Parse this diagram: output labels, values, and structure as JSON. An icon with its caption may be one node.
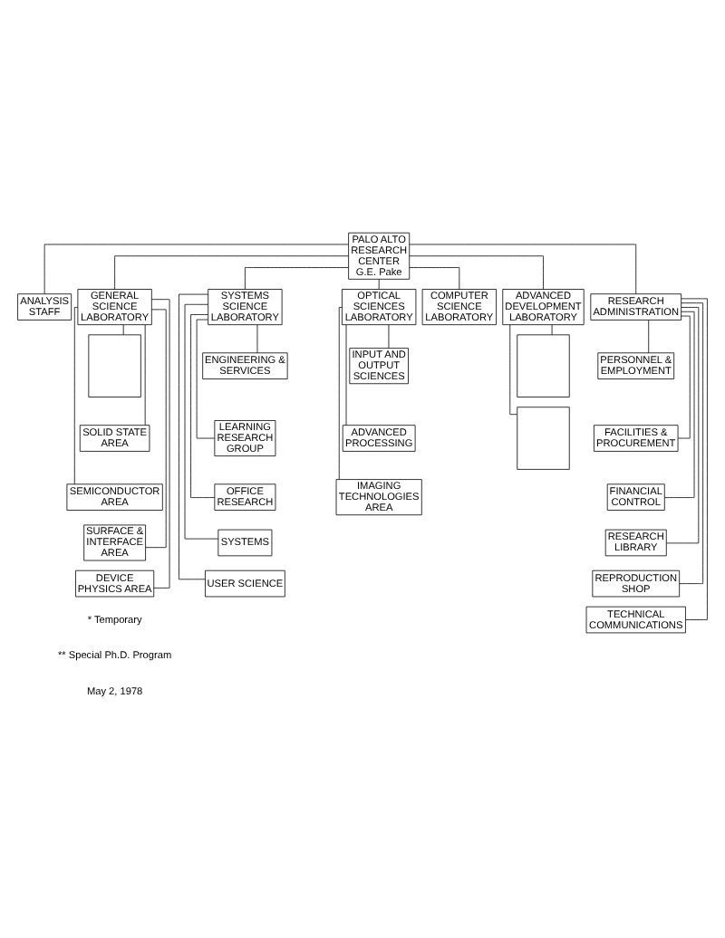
{
  "diagram": {
    "nodes": [
      {
        "text": [
          "PALO ALTO RESEARCH CENTER",
          "G.E. Pake"
        ]
      },
      {
        "text": [
          "ANALYSIS STAFF"
        ]
      },
      {
        "text": [
          "GENERAL SCIENCE LABORATORY"
        ]
      },
      {
        "text": [],
        "shape": "box"
      },
      {
        "text": [
          "SOLID STATE AREA"
        ]
      },
      {
        "text": [
          "SEMICONDUCTOR AREA"
        ]
      },
      {
        "text": [
          "SURFACE & INTERFACE AREA"
        ]
      },
      {
        "text": [
          "DEVICE PHYSICS AREA"
        ]
      },
      {
        "text": [
          "SYSTEMS SCIENCE LABORATORY"
        ]
      },
      {
        "text": [
          "ENGINEERING & SERVICES"
        ]
      },
      {
        "text": [
          "LEARNING RESEARCH GROUP"
        ]
      },
      {
        "text": [
          "OFFICE RESEARCH"
        ]
      },
      {
        "text": [
          "SYSTEMS"
        ]
      },
      {
        "text": [
          "USER SCIENCE"
        ]
      },
      {
        "text": [
          "OPTICAL SCIENCES LABORATORY"
        ]
      },
      {
        "text": [
          "INPUT AND OUTPUT SCIENCES"
        ]
      },
      {
        "text": [
          "ADVANCED PROCESSING"
        ]
      },
      {
        "text": [
          "IMAGING TECHNOLOGIES AREA"
        ]
      },
      {
        "text": [
          "COMPUTER SCIENCE LABORATORY"
        ]
      },
      {
        "text": [
          "ADVANCED DEVELOPMENT LABORATORY"
        ]
      },
      {
        "text": [],
        "shape": "box"
      },
      {
        "text": [],
        "shape": "box"
      },
      {
        "text": [
          "RESEARCH ADMINISTRATION"
        ]
      },
      {
        "text": [
          "PERSONNEL & EMPLOYMENT"
        ]
      },
      {
        "text": [
          "FACILITIES & PROCUREMENT"
        ]
      },
      {
        "text": [
          "FINANCIAL CONTROL"
        ]
      },
      {
        "text": [
          "RESEARCH LIBRARY"
        ]
      },
      {
        "text": [
          "REPRODUCTION SHOP"
        ]
      },
      {
        "text": [
          "TECHNICAL COMMUNICATIONS"
        ]
      }
    ],
    "edges": [
      {
        "from": 0,
        "to": 1,
        "arrow": "none"
      },
      {
        "from": 0,
        "to": 2,
        "arrow": "none"
      },
      {
        "from": 0,
        "to": 8,
        "arrow": "none"
      },
      {
        "from": 0,
        "to": 14,
        "arrow": "none"
      },
      {
        "from": 0,
        "to": 18,
        "arrow": "none"
      },
      {
        "from": 0,
        "to": 19,
        "arrow": "none"
      },
      {
        "from": 0,
        "to": 22,
        "arrow": "none"
      },
      {
        "from": 2,
        "to": 3,
        "arrow": "none"
      },
      {
        "from": 2,
        "to": 4,
        "arrow": "none"
      },
      {
        "from": 2,
        "to": 5,
        "arrow": "none"
      },
      {
        "from": 2,
        "to": 6,
        "arrow": "none"
      },
      {
        "from": 2,
        "to": 7,
        "arrow": "none"
      },
      {
        "from": 8,
        "to": 9,
        "arrow": "none"
      },
      {
        "from": 8,
        "to": 10,
        "arrow": "none"
      },
      {
        "from": 8,
        "to": 11,
        "arrow": "none"
      },
      {
        "from": 8,
        "to": 12,
        "arrow": "none"
      },
      {
        "from": 8,
        "to": 13,
        "arrow": "none"
      },
      {
        "from": 14,
        "to": 15,
        "arrow": "none"
      },
      {
        "from": 14,
        "to": 16,
        "arrow": "none"
      },
      {
        "from": 14,
        "to": 17,
        "arrow": "none"
      },
      {
        "from": 19,
        "to": 20,
        "arrow": "none"
      },
      {
        "from": 19,
        "to": 21,
        "arrow": "none"
      },
      {
        "from": 22,
        "to": 23,
        "arrow": "none"
      },
      {
        "from": 22,
        "to": 24,
        "arrow": "none"
      },
      {
        "from": 22,
        "to": 25,
        "arrow": "none"
      },
      {
        "from": 22,
        "to": 26,
        "arrow": "none"
      },
      {
        "from": 22,
        "to": 27,
        "arrow": "none"
      },
      {
        "from": 22,
        "to": 28,
        "arrow": "none"
      }
    ],
    "labels": [
      "* Temporary",
      "** Special Ph.D. Program",
      "May 2, 1978"
    ]
  }
}
